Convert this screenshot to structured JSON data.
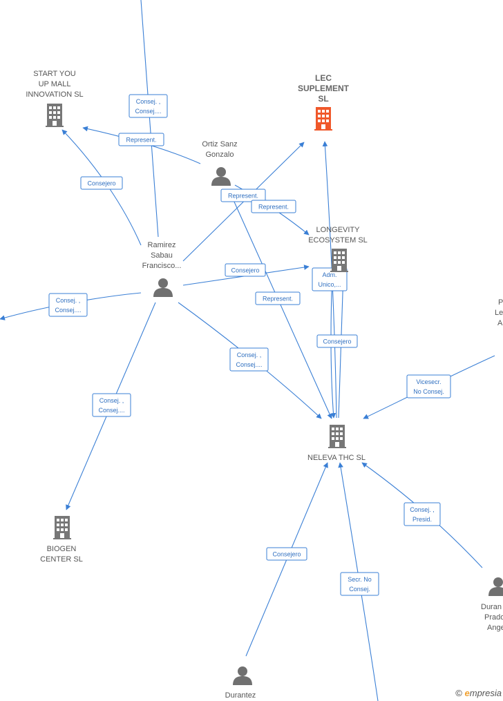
{
  "colors": {
    "edge": "#3a7fd5",
    "building": "#777777",
    "building_highlight": "#f0582a",
    "person": "#707070"
  },
  "nodes": [
    {
      "id": "start",
      "type": "company",
      "lines": [
        "START YOU",
        "UP MALL",
        "INNOVATION  SL"
      ]
    },
    {
      "id": "lec",
      "type": "company",
      "highlight": true,
      "lines": [
        "LEC",
        "SUPLEMENT",
        "SL"
      ]
    },
    {
      "id": "longevity",
      "type": "company",
      "lines": [
        "LONGEVITY",
        "ECOSYSTEM  SL"
      ]
    },
    {
      "id": "neleva",
      "type": "company",
      "lines": [
        "NELEVA THC  SL"
      ]
    },
    {
      "id": "biogen",
      "type": "company",
      "lines": [
        "BIOGEN",
        "CENTER SL"
      ]
    },
    {
      "id": "ortiz",
      "type": "person",
      "lines": [
        "Ortiz Sanz",
        "Gonzalo"
      ]
    },
    {
      "id": "ramirez",
      "type": "person",
      "lines": [
        "Ramirez",
        "Sabau",
        "Francisco..."
      ]
    },
    {
      "id": "durantez",
      "type": "person",
      "lines": [
        "Durantez"
      ]
    },
    {
      "id": "duran2",
      "type": "person",
      "lines": [
        "Duran",
        "Prado",
        "Ange"
      ]
    },
    {
      "id": "partial",
      "type": "text",
      "lines": [
        "P",
        "Le",
        "A"
      ]
    }
  ],
  "edges": [
    {
      "id": "e1",
      "label": [
        "Consej. ,",
        "Consej...."
      ]
    },
    {
      "id": "e2",
      "label": [
        "Represent."
      ]
    },
    {
      "id": "e3",
      "label": [
        "Consejero"
      ]
    },
    {
      "id": "e4",
      "label": [
        "Represent."
      ]
    },
    {
      "id": "e5",
      "label": [
        "Represent."
      ]
    },
    {
      "id": "e6",
      "label": [
        "Consejero"
      ]
    },
    {
      "id": "e7",
      "label": [
        "Adm.",
        "Unico,..."
      ]
    },
    {
      "id": "e8",
      "label": [
        "Represent."
      ]
    },
    {
      "id": "e9",
      "label": [
        "Consej. ,",
        "Consej...."
      ]
    },
    {
      "id": "e10",
      "label": [
        "Consejero"
      ]
    },
    {
      "id": "e11",
      "label": [
        "Consej. ,",
        "Consej...."
      ]
    },
    {
      "id": "e12",
      "label": [
        "Consej. ,",
        "Consej...."
      ]
    },
    {
      "id": "e13",
      "label": [
        "Vicesecr.",
        "No Consej."
      ]
    },
    {
      "id": "e14",
      "label": [
        "Consej. ,",
        "Presid."
      ]
    },
    {
      "id": "e15",
      "label": [
        "Consejero"
      ]
    },
    {
      "id": "e16",
      "label": [
        "Secr.  No",
        "Consej."
      ]
    }
  ],
  "brand": {
    "copyright": "©",
    "e": "e",
    "rest": "mpresia"
  }
}
